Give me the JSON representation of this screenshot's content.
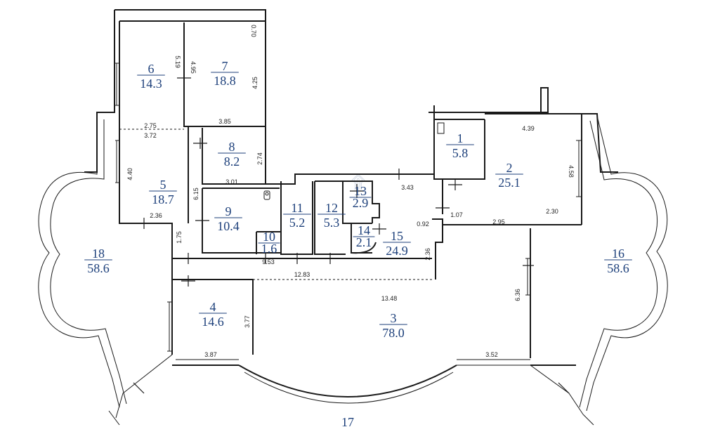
{
  "plan": {
    "rooms": [
      {
        "id": "room-1",
        "number": "1",
        "area": "5.8"
      },
      {
        "id": "room-2",
        "number": "2",
        "area": "25.1"
      },
      {
        "id": "room-3",
        "number": "3",
        "area": "78.0"
      },
      {
        "id": "room-4",
        "number": "4",
        "area": "14.6"
      },
      {
        "id": "room-5",
        "number": "5",
        "area": "18.7"
      },
      {
        "id": "room-6",
        "number": "6",
        "area": "14.3"
      },
      {
        "id": "room-7",
        "number": "7",
        "area": "18.8"
      },
      {
        "id": "room-8",
        "number": "8",
        "area": "8.2"
      },
      {
        "id": "room-9",
        "number": "9",
        "area": "10.4"
      },
      {
        "id": "room-10",
        "number": "10",
        "area": "1.6"
      },
      {
        "id": "room-11",
        "number": "11",
        "area": "5.2"
      },
      {
        "id": "room-12",
        "number": "12",
        "area": "5.3"
      },
      {
        "id": "room-13",
        "number": "13",
        "area": "2.9"
      },
      {
        "id": "room-14",
        "number": "14",
        "area": "2.1"
      },
      {
        "id": "room-15",
        "number": "15",
        "area": "24.9"
      },
      {
        "id": "room-16",
        "number": "16",
        "area": "58.6"
      },
      {
        "id": "room-17",
        "number": "17",
        "area": ""
      },
      {
        "id": "room-18",
        "number": "18",
        "area": "58.6"
      }
    ],
    "dimensions": [
      "0.70",
      "5.19",
      "4.95",
      "4.25",
      "3.85",
      "2.75",
      "3.72",
      "2.74",
      "3.01",
      "4.40",
      "6.15",
      "2.36",
      "1.75",
      "9.53",
      "12.83",
      "13.48",
      "3.77",
      "3.87",
      "3.52",
      "6.36",
      "2.36",
      "0.92",
      "1.07",
      "3.43",
      "2.95",
      "2.30",
      "4.58",
      "4.39"
    ]
  }
}
